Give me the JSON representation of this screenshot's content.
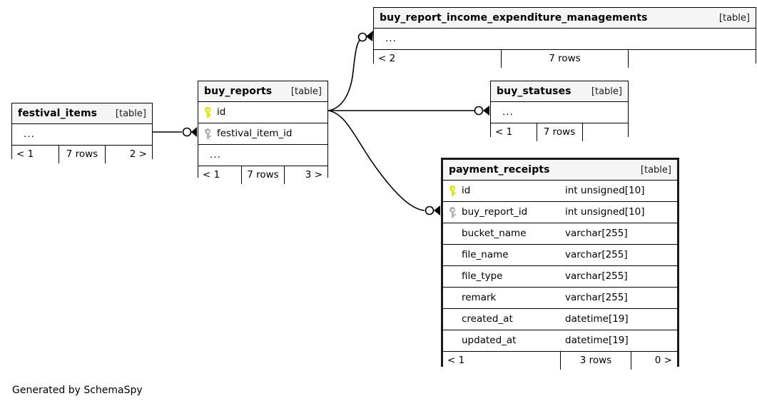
{
  "diagram": {
    "title": "SchemaSpy relationships diagram",
    "credit": "Generated by SchemaSpy",
    "table_tag": "[table]",
    "ellipsis": "...",
    "colors": {
      "primary_key": "#e5e500",
      "foreign_key": "#b3b3b3",
      "header_background": "#f5f5f5",
      "border": "#000000",
      "focal_border": "#1a1a1a",
      "canvas_background": "#ffffff"
    }
  },
  "tables": {
    "buy_report_income_expenditure_managements": {
      "name": "buy_report_income_expenditure_managements",
      "tag": "[table]",
      "columns": [
        {
          "name": "...",
          "type": "",
          "key": "none"
        }
      ],
      "footer": {
        "left": "< 2",
        "middle": "7 rows",
        "right": ""
      }
    },
    "buy_statuses": {
      "name": "buy_statuses",
      "tag": "[table]",
      "columns": [
        {
          "name": "...",
          "type": "",
          "key": "none"
        }
      ],
      "footer": {
        "left": "< 1",
        "middle": "7 rows",
        "right": ""
      }
    },
    "buy_reports": {
      "name": "buy_reports",
      "tag": "[table]",
      "columns": [
        {
          "name": "id",
          "type": "",
          "key": "primary"
        },
        {
          "name": "festival_item_id",
          "type": "",
          "key": "foreign"
        },
        {
          "name": "...",
          "type": "",
          "key": "none"
        }
      ],
      "footer": {
        "left": "< 1",
        "middle": "7 rows",
        "right": "3 >"
      }
    },
    "festival_items": {
      "name": "festival_items",
      "tag": "[table]",
      "columns": [
        {
          "name": "...",
          "type": "",
          "key": "none"
        }
      ],
      "footer": {
        "left": "< 1",
        "middle": "7 rows",
        "right": "2 >"
      }
    },
    "payment_receipts": {
      "name": "payment_receipts",
      "tag": "[table]",
      "focal": true,
      "columns": [
        {
          "name": "id",
          "type": "int unsigned[10]",
          "key": "primary"
        },
        {
          "name": "buy_report_id",
          "type": "int unsigned[10]",
          "key": "foreign"
        },
        {
          "name": "bucket_name",
          "type": "varchar[255]",
          "key": "none"
        },
        {
          "name": "file_name",
          "type": "varchar[255]",
          "key": "none"
        },
        {
          "name": "file_type",
          "type": "varchar[255]",
          "key": "none"
        },
        {
          "name": "remark",
          "type": "varchar[255]",
          "key": "none"
        },
        {
          "name": "created_at",
          "type": "datetime[19]",
          "key": "none"
        },
        {
          "name": "updated_at",
          "type": "datetime[19]",
          "key": "none"
        }
      ],
      "footer": {
        "left": "< 1",
        "middle": "3 rows",
        "right": "0 >"
      }
    }
  },
  "relationships": [
    {
      "from": "buy_reports",
      "to": "buy_report_income_expenditure_managements",
      "notation": "zero-or-one-to-many"
    },
    {
      "from": "buy_reports",
      "to": "buy_statuses",
      "notation": "zero-or-one-to-many"
    },
    {
      "from": "buy_reports",
      "to": "payment_receipts",
      "notation": "zero-or-one-to-many"
    },
    {
      "from": "festival_items",
      "to": "buy_reports",
      "notation": "zero-or-one-to-many"
    }
  ]
}
